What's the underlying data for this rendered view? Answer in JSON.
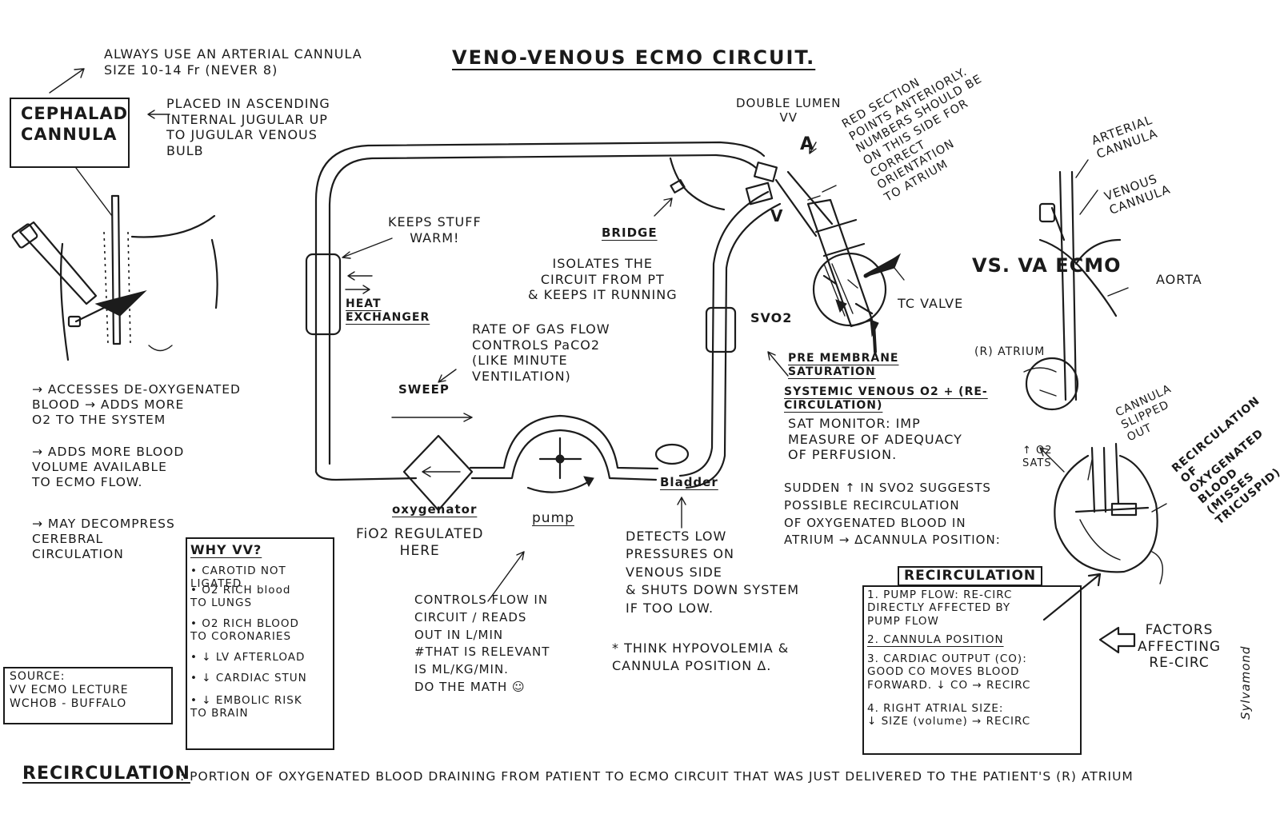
{
  "title": "VENO-VENOUS ECMO CIRCUIT.",
  "cephalad": {
    "note_arterial": "ALWAYS USE AN ARTERIAL CANNULA\nSIZE 10-14 Fr (NEVER 8)",
    "box_label": "CEPHALAD\nCANNULA",
    "placement": "PLACED IN ASCENDING\nINTERNAL JUGULAR UP\nTO JUGULAR VENOUS\nBULB"
  },
  "benefits": {
    "item1": "→ ACCESSES DE-OXYGENATED\n   BLOOD → ADDS MORE\n   O2 TO THE SYSTEM",
    "item2": "→ ADDS MORE BLOOD\n   VOLUME AVAILABLE\n   TO ECMO FLOW.",
    "item3": "→ MAY DECOMPRESS\n   CEREBRAL\n   CIRCULATION"
  },
  "why_vv": {
    "heading": "WHY VV?",
    "items": [
      "• CAROTID NOT LIGATED",
      "• O2 RICH blood\n  TO LUNGS",
      "• O2 RICH BLOOD\n  TO CORONARIES",
      "• ↓ LV AFTERLOAD",
      "• ↓ CARDIAC STUN",
      "• ↓ EMBOLIC RISK\n  TO BRAIN"
    ]
  },
  "source": "SOURCE:\nVV ECMO LECTURE\nWCHOB - BUFFALO",
  "circuit": {
    "keeps_warm": "KEEPS STUFF\nWARM!",
    "heat_exchanger": "HEAT\nEXCHANGER",
    "bridge": "BRIDGE",
    "bridge_note": "ISOLATES THE\nCIRCUIT FROM PT\n& KEEPS IT RUNNING",
    "sweep": "SWEEP",
    "sweep_note": "RATE OF GAS FLOW\nCONTROLS PaCO2\n(LIKE MINUTE\nVENTILATION)",
    "svo2": "SVO2",
    "oxygenator": "oxygenator",
    "fio2": "FiO2 REGULATED\nHERE",
    "pump": "pump",
    "pump_note": "CONTROLS FLOW IN\nCIRCUIT / READS\nOUT IN L/MIN\n#THAT IS RELEVANT\nIS ML/KG/MIN.\nDO THE MATH ☺",
    "bladder": "Bladder",
    "bladder_note": "DETECTS LOW\nPRESSURES ON\nVENOUS SIDE\n& SHUTS DOWN SYSTEM\nIF TOO LOW.",
    "hypovolemia": "* THINK HYPOVOLEMIA &\n  CANNULA POSITION Δ."
  },
  "double_lumen": {
    "label": "DOUBLE LUMEN\nVV",
    "mark_a": "A",
    "mark_v": "V",
    "red_section": "RED SECTION\nPOINTS ANTERIORLY.\nNUMBERS SHOULD BE\nON THIS SIDE FOR\nCORRECT\nORIENTATION\nTO ATRIUM",
    "tc_valve": "TC VALVE"
  },
  "premembrane": {
    "heading": "PRE MEMBRANE\nSATURATION",
    "systemic": "SYSTEMIC VENOUS O2 + (RE-\nCIRCULATION)",
    "note": "SAT MONITOR: IMP\nMEASURE OF ADEQUACY\nOF PERFUSION.",
    "sudden": "SUDDEN ↑ IN SVO2 SUGGESTS\nPOSSIBLE RECIRCULATION\nOF OXYGENATED BLOOD IN\nATRIUM → ΔCANNULA POSITION:"
  },
  "va": {
    "arterial": "ARTERIAL\nCANNULA",
    "venous": "VENOUS\nCANNULA",
    "vs": "VS. VA ECMO",
    "aorta": "AORTA",
    "atrium": "(R) ATRIUM"
  },
  "recirc_diagram": {
    "o2_sats": "↑ O2\nSATS",
    "slipped": "CANNULA\nSLIPPED\nOUT",
    "description": "RECIRCULATION\nOF OXYGENATED\nBLOOD\n(MISSES\nTRICUSPID)"
  },
  "recirculation": {
    "heading": "RECIRCULATION",
    "factors": [
      "1. PUMP FLOW: RE-CIRC\n   DIRECTLY AFFECTED BY\n   PUMP FLOW",
      "2. CANNULA POSITION",
      "3. CARDIAC OUTPUT (CO):\n   GOOD CO MOVES BLOOD\n   FORWARD. ↓ CO → RECIRC",
      "4. RIGHT ATRIAL SIZE:\n   ↓ SIZE (volume) → RECIRC"
    ],
    "factors_label": "FACTORS\nAFFECTING\nRE-CIRC"
  },
  "signature": "Sylvamond",
  "definition": {
    "term": "RECIRCULATION",
    "text": ": PORTION OF OXYGENATED BLOOD DRAINING FROM PATIENT TO ECMO CIRCUIT  THAT WAS JUST DELIVERED TO THE PATIENT'S (R) ATRIUM"
  }
}
